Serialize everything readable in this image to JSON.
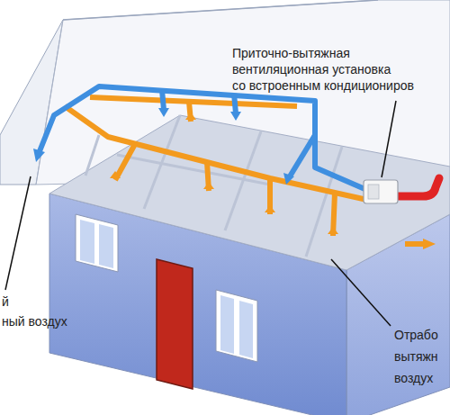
{
  "diagram": {
    "labels": [
      "Приточно-вытяжная",
      "вентиляционная установка",
      "со встроенным кондициониров",
      "й",
      "ный воздух",
      "Отрабо вытяжн воздух"
    ]
  }
}
